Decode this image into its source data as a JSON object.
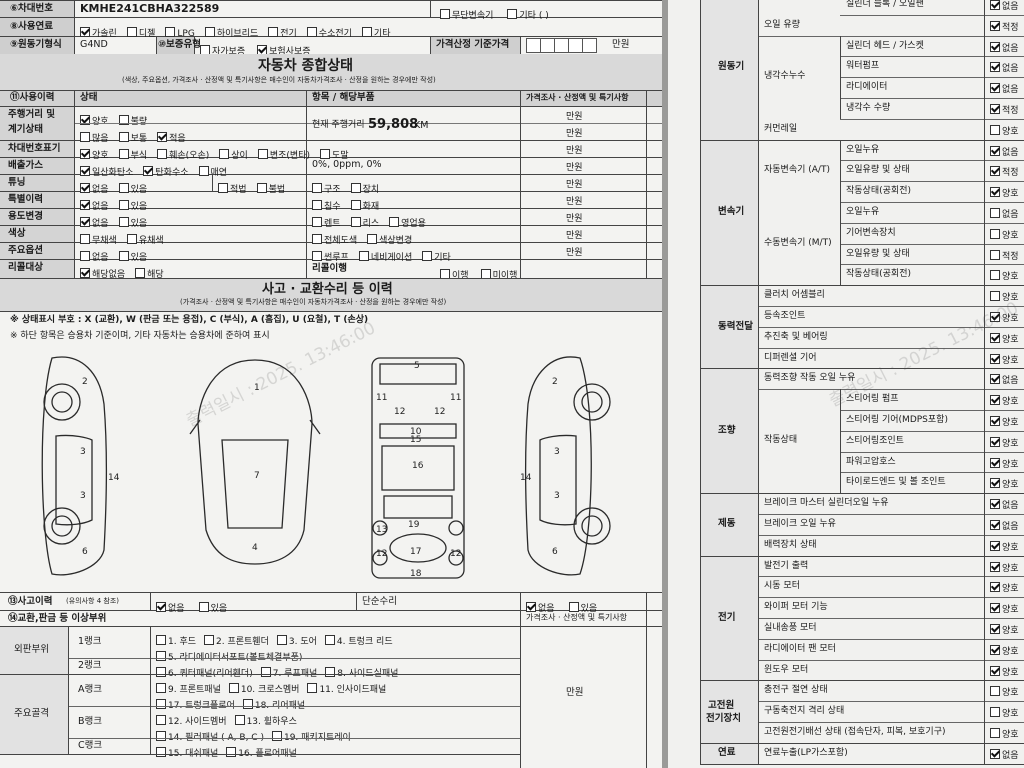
{
  "header": {
    "vin_label": "⑥차대번호",
    "vin_value": "KMHE241CBHA322589",
    "transmission_opts": [
      {
        "label": "무단변속기",
        "on": false
      },
      {
        "label": "기타 (     )",
        "on": false
      }
    ],
    "fuel_label": "⑧사용연료",
    "fuel_opts": [
      {
        "label": "가솔린",
        "on": true
      },
      {
        "label": "디젤",
        "on": false
      },
      {
        "label": "LPG",
        "on": false
      },
      {
        "label": "하이브리드",
        "on": false
      },
      {
        "label": "전기",
        "on": false
      },
      {
        "label": "수소전기",
        "on": false
      },
      {
        "label": "기타",
        "on": false
      }
    ],
    "engine_label": "⑨원동기형식",
    "engine_value": "G4ND",
    "warranty_label": "⑩보증유형",
    "warranty_opts": [
      {
        "label": "자가보증",
        "on": false
      },
      {
        "label": "보험사보증",
        "on": true
      }
    ],
    "price_label": "가격산정 기준가격",
    "price_unit": "만원"
  },
  "status_section": {
    "title": "자동차 종합상태",
    "note": "(색상, 주요옵션, 가격조사 · 산정액 및 특기사항은 매수인이 자동차가격조사 · 산정을 원하는 경우에만 작성)",
    "col_usage": "⑪사용이력",
    "col_state": "상태",
    "col_item": "항목 / 해당부품",
    "col_price": "가격조사 · 산정액 및 특기사항",
    "rows": [
      {
        "name": "주행거리 및\n계기상태",
        "opts": [
          {
            "label": "양호",
            "on": true
          },
          {
            "label": "불량",
            "on": false
          }
        ],
        "opts2": [
          {
            "label": "많음",
            "on": false
          },
          {
            "label": "보통",
            "on": false
          },
          {
            "label": "적음",
            "on": true
          }
        ]
      },
      {
        "name": "차대번호표기",
        "opts": [
          {
            "label": "양호",
            "on": true
          },
          {
            "label": "부식",
            "on": false
          },
          {
            "label": "훼손(오손)",
            "on": false
          },
          {
            "label": "상이",
            "on": false
          },
          {
            "label": "변조(변타)",
            "on": false
          },
          {
            "label": "도말",
            "on": false
          }
        ]
      },
      {
        "name": "배출가스",
        "opts": [
          {
            "label": "일산화탄소",
            "on": true
          },
          {
            "label": "탄화수소",
            "on": true
          },
          {
            "label": "매연",
            "on": false
          }
        ]
      },
      {
        "name": "튜닝",
        "opts": [
          {
            "label": "없음",
            "on": true
          },
          {
            "label": "있음",
            "on": false
          }
        ],
        "opts_mid": [
          {
            "label": "적법",
            "on": false
          },
          {
            "label": "불법",
            "on": false
          }
        ],
        "item_opts": [
          {
            "label": "구조",
            "on": false
          },
          {
            "label": "장치",
            "on": false
          }
        ]
      },
      {
        "name": "특별이력",
        "opts": [
          {
            "label": "없음",
            "on": true
          },
          {
            "label": "있음",
            "on": false
          }
        ],
        "item_opts": [
          {
            "label": "침수",
            "on": false
          },
          {
            "label": "화재",
            "on": false
          }
        ]
      },
      {
        "name": "용도변경",
        "opts": [
          {
            "label": "없음",
            "on": true
          },
          {
            "label": "있음",
            "on": false
          }
        ],
        "item_opts": [
          {
            "label": "렌트",
            "on": false
          },
          {
            "label": "리스",
            "on": false
          },
          {
            "label": "영업용",
            "on": false
          }
        ]
      },
      {
        "name": "색상",
        "opts": [
          {
            "label": "무채색",
            "on": false
          },
          {
            "label": "유채색",
            "on": false
          }
        ],
        "item_opts": [
          {
            "label": "전체도색",
            "on": false
          },
          {
            "label": "색상변경",
            "on": false
          }
        ]
      },
      {
        "name": "주요옵션",
        "opts": [
          {
            "label": "없음",
            "on": false
          },
          {
            "label": "있음",
            "on": false
          }
        ],
        "item_opts": [
          {
            "label": "썬루프",
            "on": false
          },
          {
            "label": "네비게이션",
            "on": false
          },
          {
            "label": "기타",
            "on": false
          }
        ]
      },
      {
        "name": "리콜대상",
        "opts": [
          {
            "label": "해당없음",
            "on": true
          },
          {
            "label": "해당",
            "on": false
          }
        ]
      }
    ],
    "mileage_label": "현재 주행거리",
    "mileage_value": "59,808",
    "mileage_unit": "KM",
    "emission_text": "0%,  0ppm,  0%",
    "recall_label": "리콜이행",
    "recall_opts": [
      {
        "label": "이행",
        "on": false
      },
      {
        "label": "미이행",
        "on": false
      }
    ],
    "price_unit": "만원"
  },
  "accident_section": {
    "title": "사고 · 교환수리 등 이력",
    "note": "(가격조사 · 산정액 및 특기사항은 매수인이 자동차가격조사 · 산정을 원하는 경우에만 작성)",
    "legend": "※ 상태표시 부호 : X (교환), W (판금 또는 용접), C (부식), A (흠집), U (요철), T (손상)",
    "legend2": "※ 하단 항목은 승용차 기준이며, 기타 자동차는 승용차에 준하여 표시",
    "accident_label": "⑬사고이력",
    "accident_note": "(유의사항 4 참조)",
    "accident_opts": [
      {
        "label": "없음",
        "on": true
      },
      {
        "label": "있음",
        "on": false
      }
    ],
    "simple_repair_label": "단순수리",
    "simple_repair_opts": [
      {
        "label": "없음",
        "on": true
      },
      {
        "label": "있음",
        "on": false
      }
    ],
    "exchange_label": "⑭교환,판금 등 이상부위",
    "price_header": "가격조사 · 산정액 및 특기사항",
    "price_unit": "만원",
    "groups": [
      {
        "group": "외판부위",
        "ranks": [
          {
            "rank": "1랭크",
            "lines": [
              [
                "1. 후드",
                "2. 프론트휀더",
                "3. 도어",
                "4. 트렁크 리드"
              ],
              [
                "5. 라디에이터서포트(볼트체결부품)"
              ]
            ]
          },
          {
            "rank": "2랭크",
            "lines": [
              [
                "6. 쿼터패널(리어휀더)",
                "7. 루프패널",
                "8. 사이드실패널"
              ]
            ]
          }
        ]
      },
      {
        "group": "주요골격",
        "ranks": [
          {
            "rank": "A랭크",
            "lines": [
              [
                "9. 프론트패널",
                "10. 크로스멤버",
                "11. 인사이드패널"
              ],
              [
                "17. 트렁크플로어",
                "18. 리어패널"
              ]
            ]
          },
          {
            "rank": "B랭크",
            "lines": [
              [
                "12. 사이드멤버",
                "13. 휠하우스"
              ],
              [
                "14. 필러패널  ( A,  B,  C )",
                "19. 패키지트레이"
              ]
            ]
          },
          {
            "rank": "C랭크",
            "lines": [
              [
                "15. 대쉬패널",
                "16. 플로어패널"
              ]
            ]
          }
        ]
      }
    ]
  },
  "right_panel": {
    "sections": [
      {
        "name": "원동기",
        "rows": [
          {
            "sub": "",
            "item": "실린더 블록 / 오일팬",
            "mark": "없음",
            "on": true
          },
          {
            "sub": "오일 유량",
            "item": "",
            "mark": "적정",
            "on": true
          },
          {
            "sub": "냉각수누수",
            "item": "실린더 헤드 / 가스켓",
            "mark": "없음",
            "on": true
          },
          {
            "sub": "",
            "item": "워터펌프",
            "mark": "없음",
            "on": true
          },
          {
            "sub": "",
            "item": "라디에이터",
            "mark": "없음",
            "on": true
          },
          {
            "sub": "",
            "item": "냉각수 수량",
            "mark": "적정",
            "on": true
          },
          {
            "sub": "커먼레일",
            "item": "",
            "mark": "양호",
            "on": false
          }
        ]
      },
      {
        "name": "변속기",
        "rows": [
          {
            "sub": "자동변속기 (A/T)",
            "item": "오일누유",
            "mark": "없음",
            "on": true
          },
          {
            "sub": "",
            "item": "오일유량 및 상태",
            "mark": "적정",
            "on": true
          },
          {
            "sub": "",
            "item": "작동상태(공회전)",
            "mark": "양호",
            "on": true
          },
          {
            "sub": "수동변속기 (M/T)",
            "item": "오일누유",
            "mark": "없음",
            "on": false
          },
          {
            "sub": "",
            "item": "기어변속장치",
            "mark": "양호",
            "on": false
          },
          {
            "sub": "",
            "item": "오일유량 및 상태",
            "mark": "적정",
            "on": false
          },
          {
            "sub": "",
            "item": "작동상태(공회전)",
            "mark": "양호",
            "on": false
          }
        ]
      },
      {
        "name": "동력전달",
        "rows": [
          {
            "sub": "클러치 어셈블리",
            "item": "",
            "mark": "양호",
            "on": false
          },
          {
            "sub": "등속조인트",
            "item": "",
            "mark": "양호",
            "on": true
          },
          {
            "sub": "추진축 및 베어링",
            "item": "",
            "mark": "양호",
            "on": true
          },
          {
            "sub": "디퍼렌셜 기어",
            "item": "",
            "mark": "양호",
            "on": true
          }
        ]
      },
      {
        "name": "조향",
        "rows": [
          {
            "sub": "동력조향 작동 오일 누유",
            "item": "",
            "mark": "없음",
            "on": true
          },
          {
            "sub": "작동상태",
            "item": "스티어링 펌프",
            "mark": "양호",
            "on": true
          },
          {
            "sub": "",
            "item": "스티어링 기어(MDPS포함)",
            "mark": "양호",
            "on": true
          },
          {
            "sub": "",
            "item": "스티어링조인트",
            "mark": "양호",
            "on": true
          },
          {
            "sub": "",
            "item": "파워고압호스",
            "mark": "양호",
            "on": true
          },
          {
            "sub": "",
            "item": "타이로드엔드 및 볼 조인트",
            "mark": "양호",
            "on": true
          }
        ]
      },
      {
        "name": "제동",
        "rows": [
          {
            "sub": "브레이크 마스터 실린더오일 누유",
            "item": "",
            "mark": "없음",
            "on": true
          },
          {
            "sub": "브레이크 오일 누유",
            "item": "",
            "mark": "없음",
            "on": true
          },
          {
            "sub": "배력장치 상태",
            "item": "",
            "mark": "양호",
            "on": true
          }
        ]
      },
      {
        "name": "전기",
        "rows": [
          {
            "sub": "발전기 출력",
            "item": "",
            "mark": "양호",
            "on": true
          },
          {
            "sub": "시동 모터",
            "item": "",
            "mark": "양호",
            "on": true
          },
          {
            "sub": "와이퍼 모터 기능",
            "item": "",
            "mark": "양호",
            "on": true
          },
          {
            "sub": "실내송풍 모터",
            "item": "",
            "mark": "양호",
            "on": true
          },
          {
            "sub": "라디에이터 팬 모터",
            "item": "",
            "mark": "양호",
            "on": true
          },
          {
            "sub": "윈도우 모터",
            "item": "",
            "mark": "양호",
            "on": true
          }
        ]
      },
      {
        "name": "고전원\n전기장치",
        "rows": [
          {
            "sub": "충전구 절연 상태",
            "item": "",
            "mark": "양호",
            "on": false
          },
          {
            "sub": "구동축전지 격리 상태",
            "item": "",
            "mark": "양호",
            "on": false
          },
          {
            "sub": "고전원전기배선 상태 (접속단자, 피복, 보호기구)",
            "item": "",
            "mark": "양호",
            "on": false
          }
        ]
      },
      {
        "name": "연료",
        "rows": [
          {
            "sub": "연료누출(LP가스포함)",
            "item": "",
            "mark": "없음",
            "on": true
          }
        ]
      }
    ]
  },
  "watermark": "출력일시 : 2025.     13:46:00"
}
